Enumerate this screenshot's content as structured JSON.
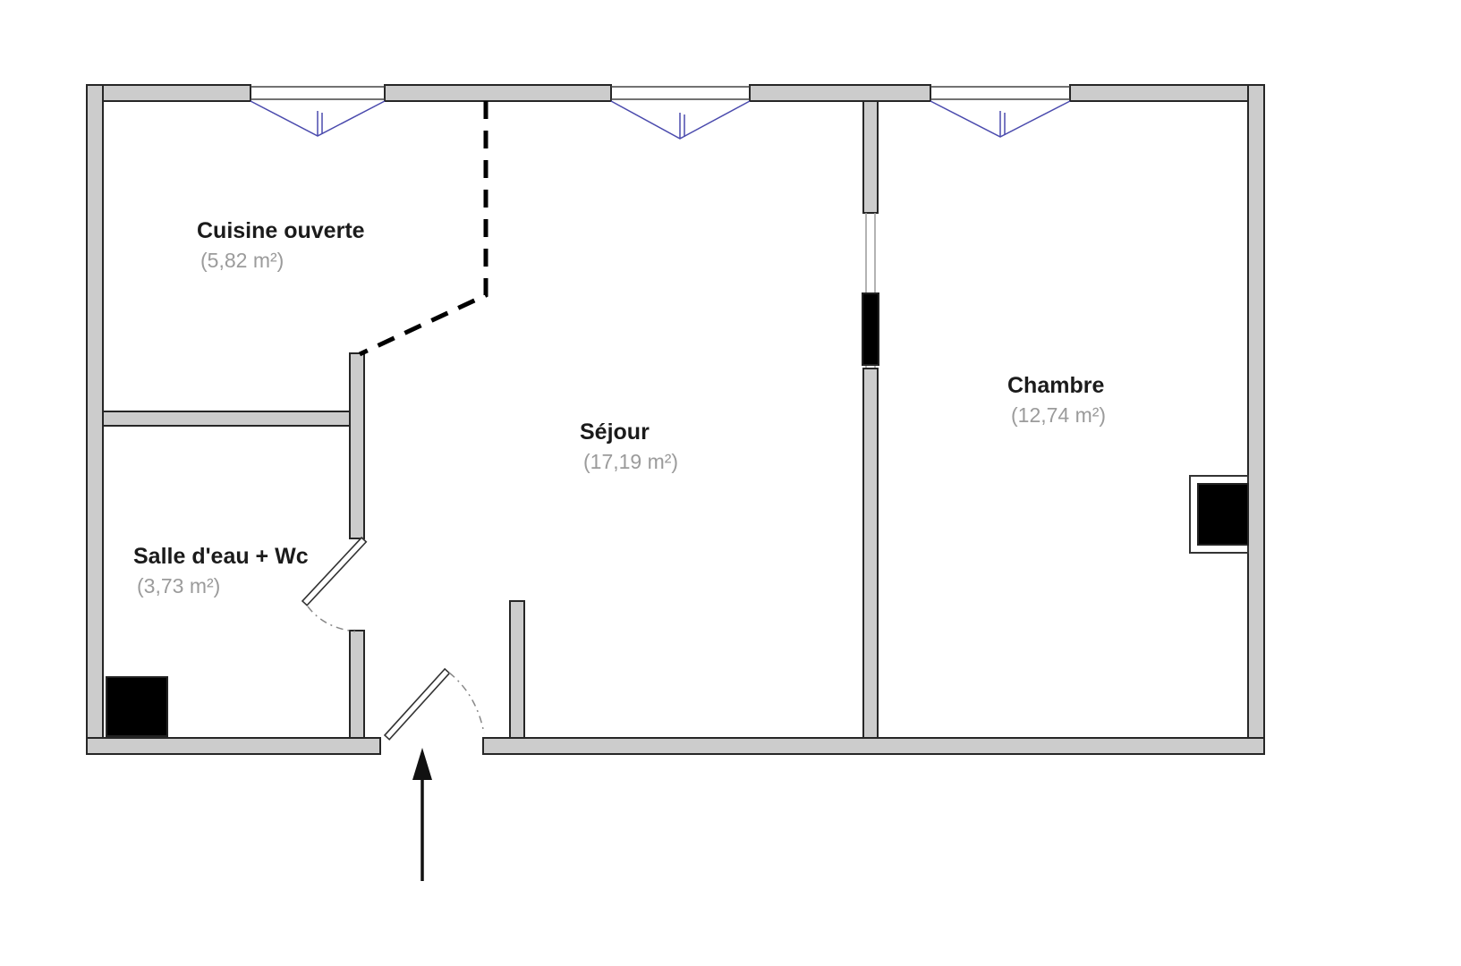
{
  "document": {
    "type": "apartment-floor-plan"
  },
  "rooms": [
    {
      "name": "Cuisine ouverte",
      "area": "(5,82 m²)"
    },
    {
      "name": "Séjour",
      "area": "(17,19 m²)"
    },
    {
      "name": "Chambre",
      "area": "(12,74 m²)"
    },
    {
      "name": "Salle d'eau + Wc",
      "area": "(3,73 m²)"
    }
  ],
  "colors": {
    "wall_fill": "#cccccc",
    "wall_stroke": "#262626",
    "window_glass": "#4a4aad",
    "room_name_text": "#1b1b1b",
    "room_area_text": "#9b9b9b",
    "door_dash": "#000000"
  }
}
